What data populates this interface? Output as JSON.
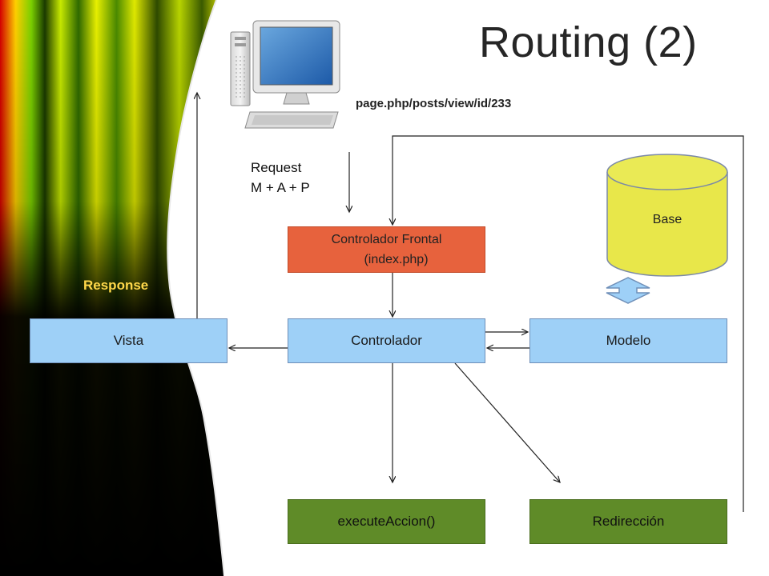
{
  "title": "Routing (2)",
  "url": "page.php/posts/view/id/233",
  "request": {
    "line1": "Request",
    "line2": "M + A + P"
  },
  "response": "Response",
  "boxes": {
    "frontal_line1": "Controlador Frontal",
    "frontal_line2": "(index.php)",
    "vista": "Vista",
    "controlador": "Controlador",
    "modelo": "Modelo",
    "execute": "executeAccion()",
    "redireccion": "Redirección"
  },
  "database": "Base",
  "colors": {
    "blue_box": "#9ed0f7",
    "green_box": "#5f8b28",
    "orange_box": "#e7623d",
    "database": "#e8e74a",
    "response_text": "#ffd84a"
  },
  "icons": [
    "computer-icon",
    "database-icon",
    "double-arrow-icon"
  ]
}
